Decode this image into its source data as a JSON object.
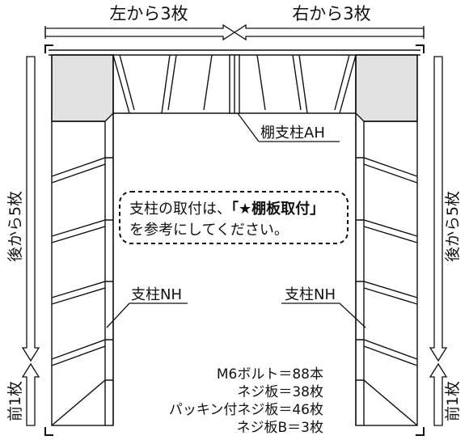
{
  "labels": {
    "top_left": "左から3枚",
    "top_right": "右から3枚",
    "left_side": "後から5枚",
    "right_side": "後から5枚",
    "left_front": "前1枚",
    "right_front": "前1枚",
    "post_ah": "棚支柱AH",
    "post_nh_left": "支柱NH",
    "post_nh_right": "支柱NH"
  },
  "note": {
    "prefix": "支柱の取付は、",
    "emphasis": "「★棚板取付」",
    "line2": "を参考にしてください。"
  },
  "parts": [
    "M6ボルト＝88本",
    "ネジ板＝38枚",
    "パッキン付ネジ板＝46枚",
    "ネジ板B＝3枚"
  ],
  "colors": {
    "line": "#111111",
    "panel_fill": "#ffffff",
    "corner_fill": "#e2e2e2"
  }
}
